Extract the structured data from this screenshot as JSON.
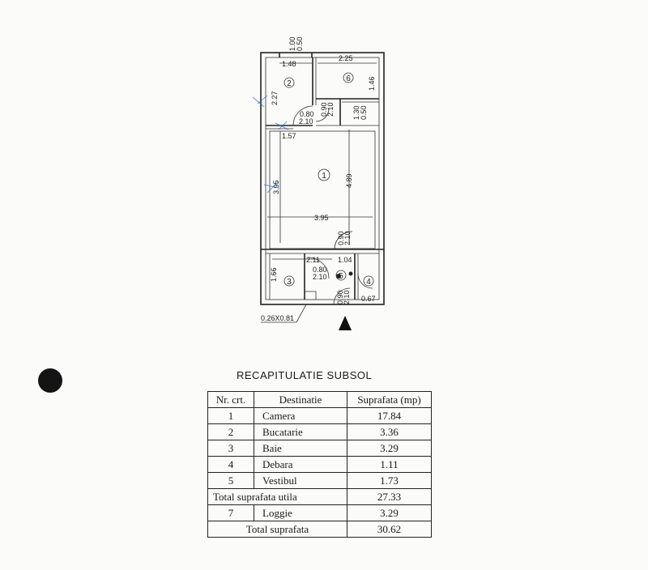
{
  "plan": {
    "rooms": [
      {
        "id": "1"
      },
      {
        "id": "2"
      },
      {
        "id": "3"
      },
      {
        "id": "4"
      },
      {
        "id": "5"
      },
      {
        "id": "6"
      }
    ],
    "dimensions": {
      "d1": "1.00",
      "d2": "0.50",
      "d3": "1.48",
      "d4": "2.25",
      "d5": "2.27",
      "d6": "1.46",
      "d7": "0.80",
      "d8": "2.10",
      "d9": "0.90",
      "d10": "2.10",
      "d11": "1.30",
      "d12": "0.50",
      "d13": "1.57",
      "d14": "3.95",
      "d15": "4.89",
      "d16": "3.95",
      "d17": "0.90",
      "d18": "2.10",
      "d19": "2.11",
      "d20": "1.04",
      "d21": "1.66",
      "d22": "0.80",
      "d23": "2.10",
      "d24": "0.90",
      "d25": "2.10",
      "d26": "0.67",
      "d27": "0.26X0.81"
    }
  },
  "recap": {
    "title": "RECAPITULATIE SUBSOL",
    "headers": {
      "nr": "Nr. crt.",
      "dest": "Destinatie",
      "sup": "Suprafata (mp)"
    },
    "rows": [
      {
        "nr": "1",
        "dest": "Camera",
        "sup": "17.84"
      },
      {
        "nr": "2",
        "dest": "Bucatarie",
        "sup": "3.36"
      },
      {
        "nr": "3",
        "dest": "Baie",
        "sup": "3.29"
      },
      {
        "nr": "4",
        "dest": "Debara",
        "sup": "1.11"
      },
      {
        "nr": "5",
        "dest": "Vestibul",
        "sup": "1.73"
      }
    ],
    "total_utila": {
      "label": "Total suprafata utila",
      "value": "27.33"
    },
    "loggie": {
      "nr": "7",
      "dest": "Loggie",
      "sup": "3.29"
    },
    "total": {
      "label": "Total suprafata",
      "value": "30.62"
    }
  }
}
